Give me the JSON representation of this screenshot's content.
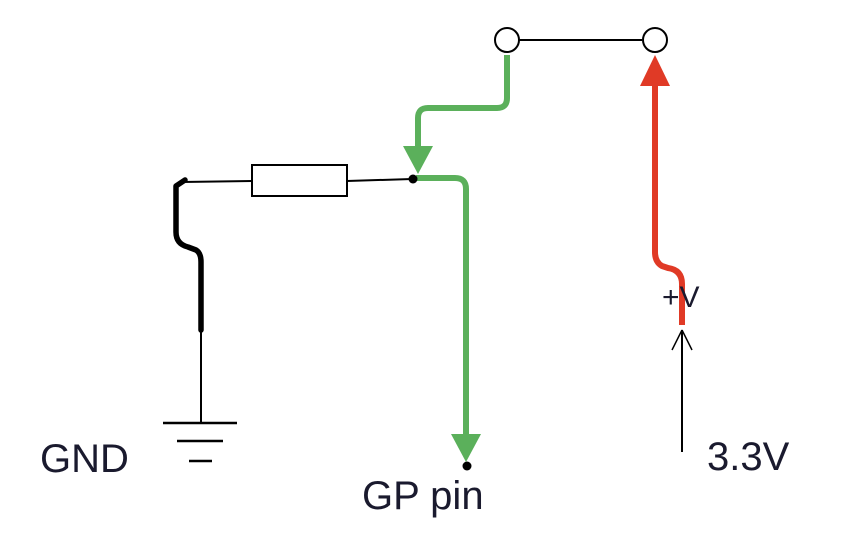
{
  "labels": {
    "gnd": "GND",
    "gp_pin": "GP pin",
    "vcc": "3.3V",
    "plus_v": "+V"
  },
  "colors": {
    "wire": "#000000",
    "ground_path": "#000000",
    "signal_path": "#5bb05b",
    "power_path": "#e03a26",
    "text": "#1a1a2e"
  }
}
